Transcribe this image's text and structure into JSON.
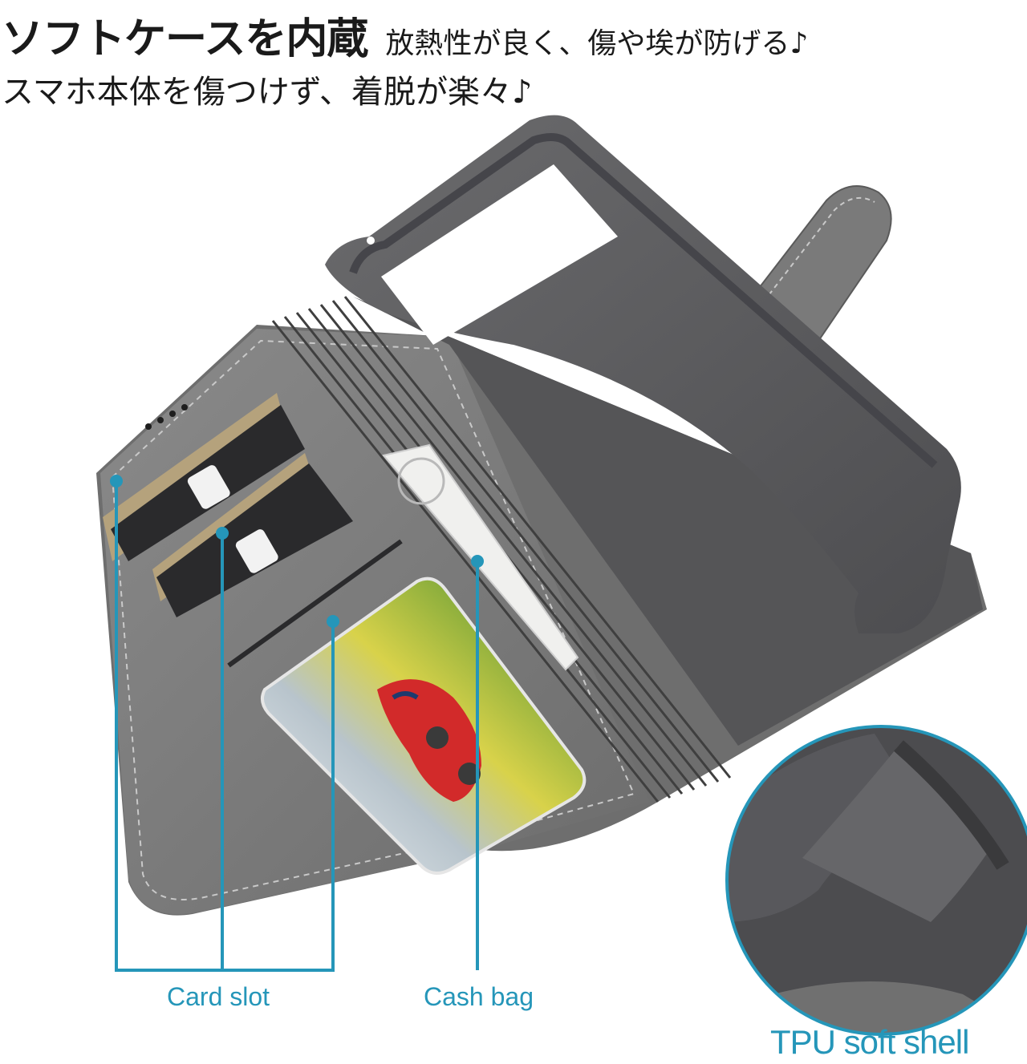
{
  "headline": {
    "line1_bold": "ソフトケースを内蔵",
    "line1_regular": "放熱性が良く、傷や埃が防げる♪",
    "line2": "スマホ本体を傷つけず、着脱が楽々♪"
  },
  "callouts": {
    "card_slot": "Card slot",
    "cash_bag": "Cash bag",
    "tpu_shell": "TPU soft shell"
  },
  "colors": {
    "accent": "#2596b9",
    "leather": "#7c7c7c",
    "tpu": "#5e5e60"
  }
}
